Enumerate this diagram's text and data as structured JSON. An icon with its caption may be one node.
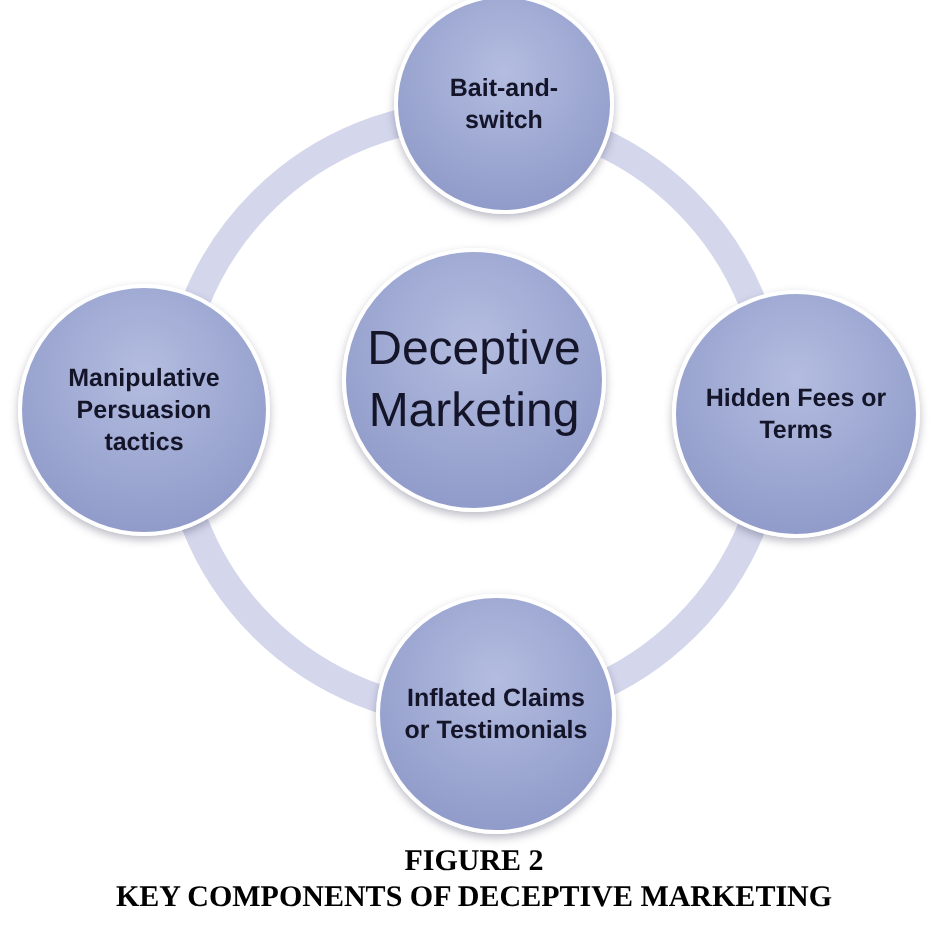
{
  "diagram": {
    "caption": "KEY COMPONENTS OF DECEPTIVE MARKETING",
    "nodes": [
      {
        "text": [
          "Bait-and-switch"
        ]
      },
      {
        "text": [
          "Manipulative Persuasion tactics"
        ]
      },
      {
        "text": [
          "Deceptive Marketing"
        ]
      },
      {
        "text": [
          "Hidden Fees or Terms"
        ]
      },
      {
        "text": [
          "Inflated Claims or Testimonials"
        ]
      }
    ],
    "labels": [
      "FIGURE 2"
    ]
  }
}
